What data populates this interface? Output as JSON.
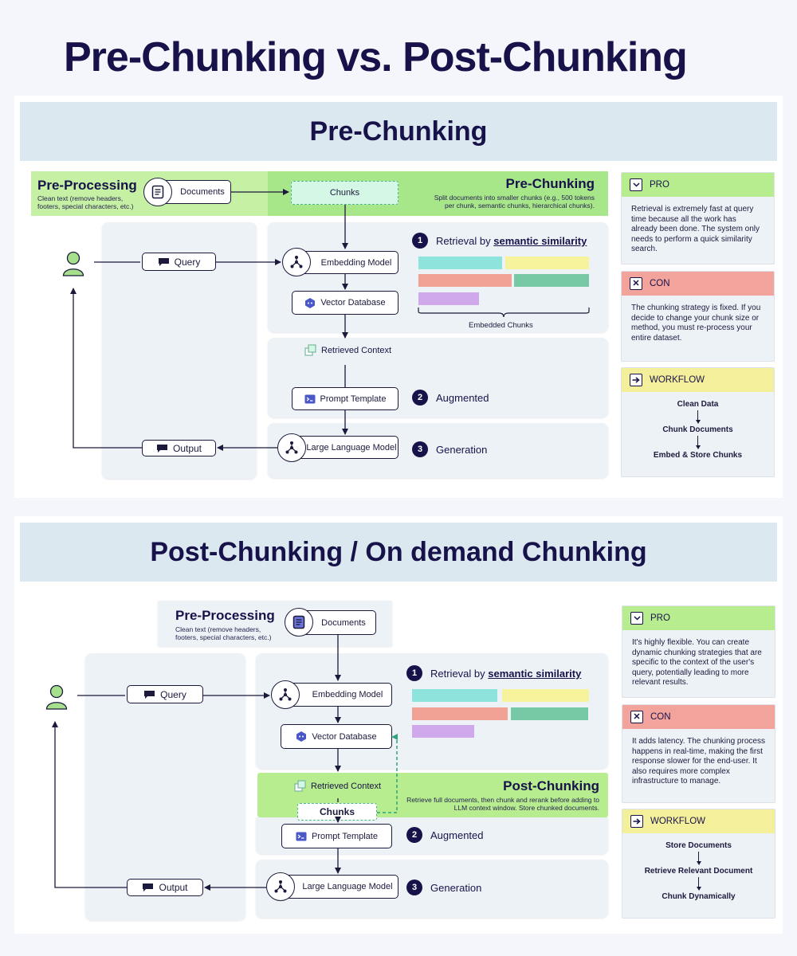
{
  "title": "Pre-Chunking vs. Post-Chunking",
  "colors": {
    "navy": "#17134a",
    "green": "#b7ec8f",
    "pro_green": "#b7ec8f",
    "con_red": "#f2a39c",
    "workflow_yellow": "#f4ef9a",
    "chip_cyan": "#8ee3dc",
    "chip_yellow": "#f7f29c",
    "chip_salmon": "#f2a294",
    "chip_teal": "#76c9a4",
    "chip_purple": "#cfa9ec"
  },
  "pre": {
    "section_title": "Pre-Chunking",
    "preprocessing": {
      "title": "Pre-Processing",
      "desc": "Clean text (remove headers, footers, special characters, etc.)"
    },
    "documents": "Documents",
    "chunks": "Chunks",
    "chunking": {
      "title": "Pre-Chunking",
      "desc": "Split documents into smaller chunks (e.g., 500 tokens per chunk, semantic chunks, hierarchical chunks)."
    },
    "query": "Query",
    "embedding_model": "Embedding Model",
    "vector_database": "Vector Database",
    "retrieved_context": "Retrieved Context",
    "prompt_template": "Prompt Template",
    "llm": "Large Language Model",
    "output": "Output",
    "step1_num": "1",
    "step1_prefix": "Retrieval by ",
    "step1_bold": "semantic similarity",
    "step2_num": "2",
    "step2": "Augmented",
    "step3_num": "3",
    "step3": "Generation",
    "embedded_chunks": "Embedded Chunks",
    "pro": {
      "label": "PRO",
      "text": "Retrieval is extremely fast at query time because all the work has already been done. The system only needs to perform a quick similarity search."
    },
    "con": {
      "label": "CON",
      "text": "The chunking strategy is fixed. If you decide to change your chunk size or method, you must re-process your entire dataset."
    },
    "workflow": {
      "label": "WORKFLOW",
      "steps": [
        "Clean Data",
        "Chunk Documents",
        "Embed & Store Chunks"
      ]
    }
  },
  "post": {
    "section_title": "Post-Chunking / On demand Chunking",
    "preprocessing": {
      "title": "Pre-Processing",
      "desc": "Clean text (remove headers, footers, special characters, etc.)"
    },
    "documents": "Documents",
    "query": "Query",
    "embedding_model": "Embedding Model",
    "vector_database": "Vector Database",
    "retrieved_context": "Retrieved Context",
    "chunks": "Chunks",
    "chunking": {
      "title": "Post-Chunking",
      "desc": "Retrieve full documents, then chunk and rerank before adding to LLM context window. Store chunked documents."
    },
    "prompt_template": "Prompt Template",
    "llm": "Large Language Model",
    "output": "Output",
    "step1_num": "1",
    "step1_prefix": "Retrieval by ",
    "step1_bold": "semantic similarity",
    "step2_num": "2",
    "step2": "Augmented",
    "step3_num": "3",
    "step3": "Generation",
    "pro": {
      "label": "PRO",
      "text": "It's highly flexible. You can create dynamic chunking strategies that are specific to the context of the user's query, potentially leading to more relevant results."
    },
    "con": {
      "label": "CON",
      "text": "It adds latency. The chunking process happens in real-time, making the first response slower for the end-user. It also requires more complex infrastructure to manage."
    },
    "workflow": {
      "label": "WORKFLOW",
      "steps": [
        "Store Documents",
        "Retrieve Relevant Document",
        "Chunk Dynamically"
      ]
    }
  },
  "icons": {
    "user": "user-icon",
    "document": "document-icon",
    "chat": "chat-bubble-icon",
    "network": "network-icon",
    "database": "database-hex-icon",
    "layers": "layers-icon",
    "terminal": "terminal-icon",
    "check": "chevron-down-check-icon",
    "close": "close-x-icon",
    "arrow": "arrow-right-box-icon"
  }
}
